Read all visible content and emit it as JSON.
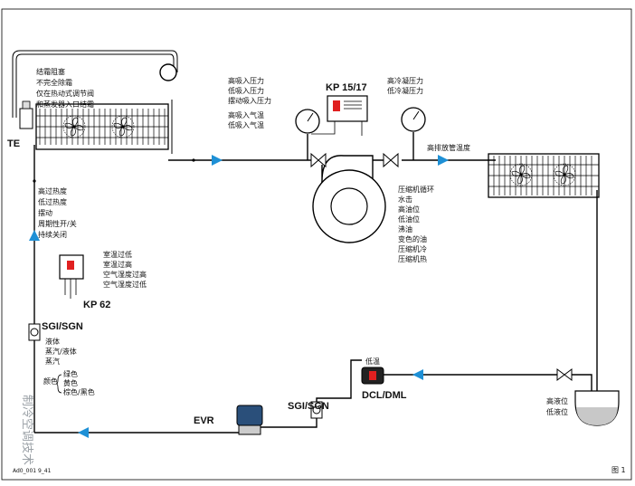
{
  "labels": {
    "te": "TE",
    "kp1517": "KP 15/17",
    "kp62": "KP 62",
    "sgi_left": "SGI/SGN",
    "sgi_bottom": "SGI/SGN",
    "evr": "EVR",
    "dcl": "DCL/DML",
    "low_temp": "低温",
    "high_discharge": "高排放管温度",
    "code": "Ad0_001 9_41",
    "figure": "图 1",
    "watermark": "制冷空调技术"
  },
  "notes": {
    "frost": [
      "结霜阻塞",
      "不完全除霜",
      "仅在热动式调节阀",
      "和蒸发器入口结霜"
    ],
    "suction": [
      "高吸入压力",
      "低吸入压力",
      "摆动吸入压力"
    ],
    "suction_temp": [
      "高吸入气温",
      "低吸入气温"
    ],
    "condense": [
      "高冷凝压力",
      "低冷凝压力"
    ],
    "superheat": [
      "高过热度",
      "低过热度",
      "摆动",
      "周期性开/关",
      "持续关闭"
    ],
    "compressor": [
      "压缩机循环",
      "水击",
      "高油位",
      "低油位",
      "沸油",
      "变色的油",
      "压缩机冷",
      "压缩机热"
    ],
    "room": [
      "室温过低",
      "室温过高",
      "空气湿度过高",
      "空气湿度过低"
    ],
    "sight": [
      "液体",
      "蒸汽/液体",
      "蒸汽"
    ],
    "color_head": "颜色",
    "colors": [
      "绿色",
      "黄色",
      "棕色/黑色"
    ],
    "liquid_level": [
      "高液位",
      "低液位"
    ]
  },
  "colors": {
    "flow_arrow": "#1e90d6",
    "line": "#000000",
    "filter_red": "#e02020"
  }
}
